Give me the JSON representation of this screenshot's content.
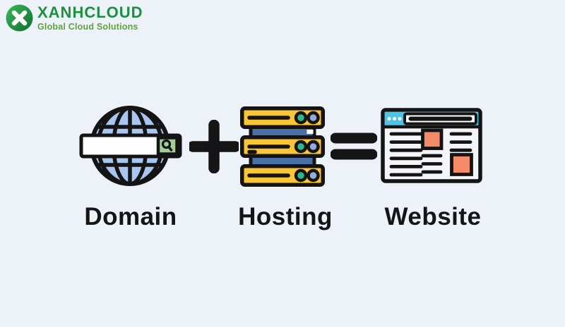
{
  "logo": {
    "brand": "XANHCLOUD",
    "tagline": "Global Cloud Solutions",
    "mark_letter": "X"
  },
  "diagram": {
    "items": [
      {
        "label": "Domain",
        "icon": "domain-globe-icon"
      },
      {
        "label": "Hosting",
        "icon": "hosting-server-icon"
      },
      {
        "label": "Website",
        "icon": "website-browser-icon"
      }
    ],
    "operators": [
      {
        "symbol": "+",
        "icon": "plus-icon"
      },
      {
        "symbol": "=",
        "icon": "equals-icon"
      }
    ]
  },
  "colors": {
    "background": "#edf1f8",
    "outline": "#141414",
    "label_text": "#151515",
    "brand_green": "#1b9140",
    "brand_mark_light": "#3cb85c",
    "brand_mark_dark": "#0e6f2d",
    "tagline_green": "#5fa33c",
    "globe_blue": "#a9c6f1",
    "search_bar_white": "#fdfdff",
    "search_button_green": "#a3cc98",
    "server_yellow": "#fbc636",
    "connector_blue": "#4a70a9",
    "led_green": "#2db98c",
    "led_blue": "#92abdd",
    "browser_bar_cyan": "#4cc4e9",
    "browser_body": "#f3f5f8",
    "content_orange": "#f58a68"
  }
}
